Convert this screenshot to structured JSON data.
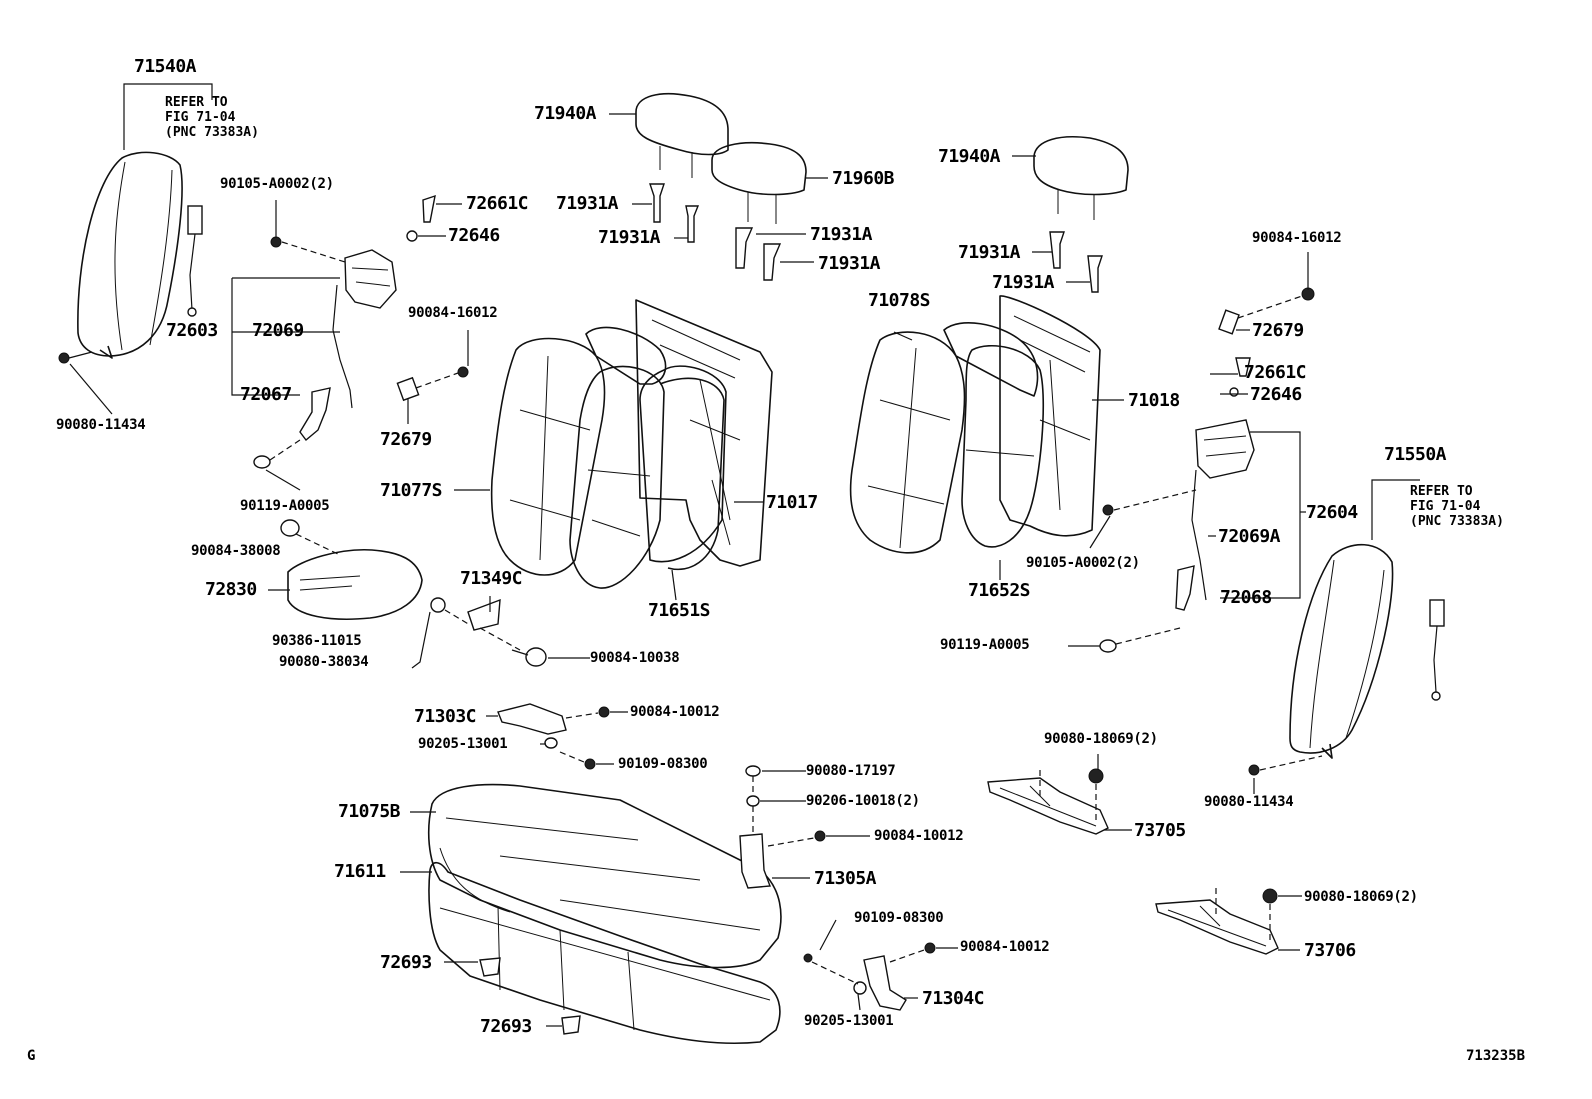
{
  "diagram": {
    "figure_code": "713235B",
    "corner_mark": "G",
    "references": [
      {
        "id": "ref-left",
        "text": "REFER TO\nFIG 71-04\n(PNC 73383A)"
      },
      {
        "id": "ref-right",
        "text": "REFER TO\nFIG 71-04\n(PNC 73383A)"
      }
    ],
    "callouts": {
      "c71540A": "71540A",
      "c90105a": "90105-A0002(2)",
      "c72661Ca": "72661C",
      "c72646a": "72646",
      "c72603": "72603",
      "c72069": "72069",
      "c72067": "72067",
      "c90080_11434a": "90080-11434",
      "c90119a": "90119-A0005",
      "c90084_38008": "90084-38008",
      "c72830": "72830",
      "c90386": "90386-11015",
      "c90080_38034": "90080-38034",
      "c90084_16012a": "90084-16012",
      "c72679a": "72679",
      "c71940Aa": "71940A",
      "c71931A1": "71931A",
      "c71931A2": "71931A",
      "c71960B": "71960B",
      "c71931A3": "71931A",
      "c71931A4": "71931A",
      "c71077S": "71077S",
      "c71017": "71017",
      "c71651S": "71651S",
      "c71349C": "71349C",
      "c90084_10038": "90084-10038",
      "c71303C": "71303C",
      "c90084_10012a": "90084-10012",
      "c90205a": "90205-13001",
      "c90109a": "90109-08300",
      "c90080_17197": "90080-17197",
      "c90206": "90206-10018(2)",
      "c90084_10012b": "90084-10012",
      "c71305A": "71305A",
      "c71075B": "71075B",
      "c71611": "71611",
      "c72693a": "72693",
      "c72693b": "72693",
      "c90109b": "90109-08300",
      "c90084_10012c": "90084-10012",
      "c71304C": "71304C",
      "c90205b": "90205-13001",
      "c71940Ab": "71940A",
      "c71931A5": "71931A",
      "c71931A6": "71931A",
      "c71078S": "71078S",
      "c71018": "71018",
      "c71652S": "71652S",
      "c90084_16012b": "90084-16012",
      "c72679b": "72679",
      "c72661Cb": "72661C",
      "c72646b": "72646",
      "c72604": "72604",
      "c72069A": "72069A",
      "c72068": "72068",
      "c90105b": "90105-A0002(2)",
      "c90119b": "90119-A0005",
      "c71550A": "71550A",
      "c90080_18069a": "90080-18069(2)",
      "c73705": "73705",
      "c90080_11434b": "90080-11434",
      "c90080_18069b": "90080-18069(2)",
      "c73706": "73706"
    }
  }
}
